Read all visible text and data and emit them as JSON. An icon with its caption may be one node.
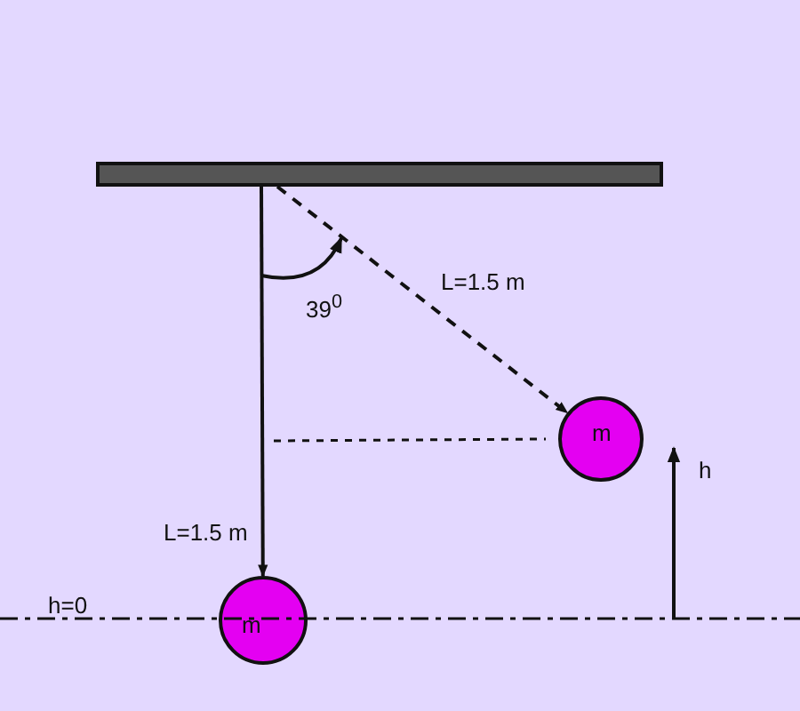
{
  "diagram": {
    "nodes": [
      {
        "text": [],
        "shape": "bar"
      },
      {
        "text": [
          "m"
        ]
      },
      {
        "text": [
          "m"
        ]
      }
    ],
    "edges": [
      {
        "from": 0,
        "to": 1,
        "arrow": "to",
        "style": "dashed",
        "label": "L=1.5 m"
      },
      {
        "from": 0,
        "to": 2,
        "arrow": "to",
        "label": "L=1.5 m"
      }
    ],
    "labels": [
      "39$^{0}$",
      "h",
      "h=0"
    ]
  }
}
